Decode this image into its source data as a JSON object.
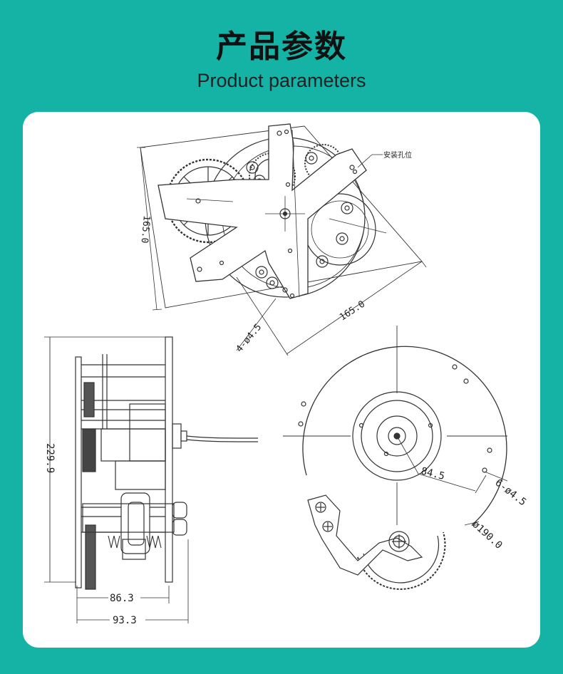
{
  "header": {
    "title_cn": "产品参数",
    "title_en": "Product parameters"
  },
  "top_view": {
    "mount_hole_label": "安装孔位",
    "dim_height": "165.0",
    "dim_width": "165.0",
    "dim_holes": "4-ø4.5"
  },
  "side_view": {
    "dim_height": "229.9",
    "dim_width_inner": "86.3",
    "dim_width_outer": "93.3"
  },
  "front_view": {
    "dim_center": "84.5",
    "dim_holes": "6-ø4.5",
    "dim_diameter": "ø190.0"
  },
  "colors": {
    "background": "#14b3a6",
    "card": "#ffffff",
    "line": "#333333"
  }
}
